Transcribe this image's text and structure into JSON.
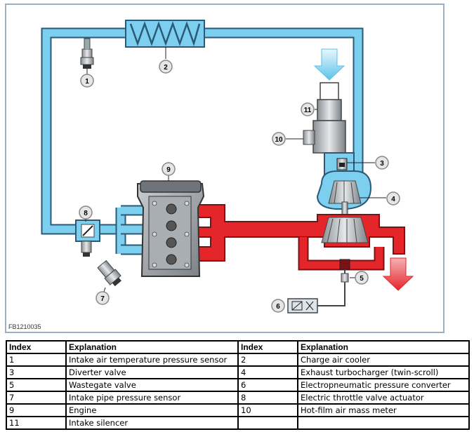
{
  "figure_id": "FB1210035",
  "callouts": [
    "1",
    "2",
    "3",
    "4",
    "5",
    "6",
    "7",
    "8",
    "9",
    "10",
    "11"
  ],
  "colors": {
    "intake": "#7ccfee",
    "intake_outline": "#2a5a78",
    "exhaust": "#e4262b",
    "exhaust_dark": "#7a1215",
    "frame": "#9db0c3"
  },
  "legend": {
    "headers": [
      "Index",
      "Explanation",
      "Index",
      "Explanation"
    ],
    "rows": [
      [
        "1",
        "Intake air temperature pressure sensor",
        "2",
        "Charge air cooler"
      ],
      [
        "3",
        "Diverter valve",
        "4",
        "Exhaust turbocharger (twin-scroll)"
      ],
      [
        "5",
        "Wastegate valve",
        "6",
        "Electropneumatic pressure converter"
      ],
      [
        "7",
        "Intake pipe pressure sensor",
        "8",
        "Electric throttle valve actuator"
      ],
      [
        "9",
        "Engine",
        "10",
        "Hot-film air mass meter"
      ],
      [
        "11",
        "Intake silencer",
        "",
        ""
      ]
    ]
  }
}
